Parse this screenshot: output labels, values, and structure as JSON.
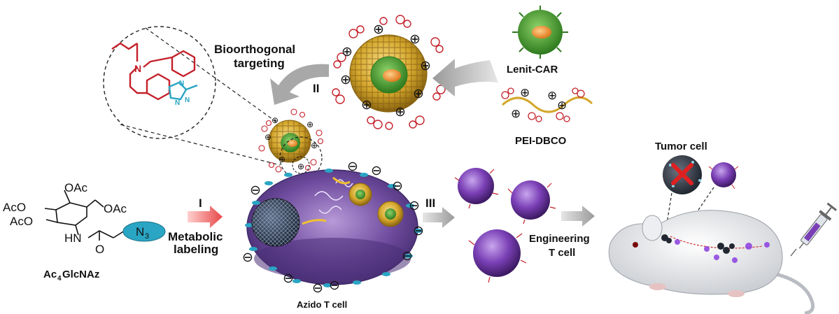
{
  "labels": {
    "bioorthogonal_line1": "Bioorthogonal",
    "bioorthogonal_line2": "targeting",
    "step_1": "I",
    "step_2": "II",
    "step_3": "III",
    "lenit_car": "Lenit-CAR",
    "pei_dbco": "PEI-DBCO",
    "tumor_cell": "Tumor cell",
    "metabolic_line1": "Metabolic",
    "metabolic_line2": "labeling",
    "engineering_line1": "Engineering",
    "engineering_line2": "T cell",
    "azido_t_cell": "Azido T cell"
  },
  "molecule": {
    "oac_top": "OAc",
    "aco_left": "AcO",
    "aco_bottom": "AcO",
    "oac_right": "OAc",
    "hn": "HN",
    "oxygen": "O",
    "azide": "N",
    "azide_sub": "3",
    "name_main": "Ac",
    "name_sub": "4",
    "name_rest": "GlcNAz"
  },
  "dbco_structure": {
    "n_label": "N",
    "n1": "N",
    "n2": "N",
    "n3": "N"
  },
  "signs": {
    "plus": "⊕",
    "minus": "⊖"
  },
  "colors": {
    "gold": "#d4a72c",
    "green": "#3f9a2b",
    "purple": "#7a3fb5",
    "red_dye": "#c4202a",
    "cyan": "#2aa5c4",
    "arrow_gray": "#a8a8a8",
    "arrow_red": "#f07070"
  }
}
